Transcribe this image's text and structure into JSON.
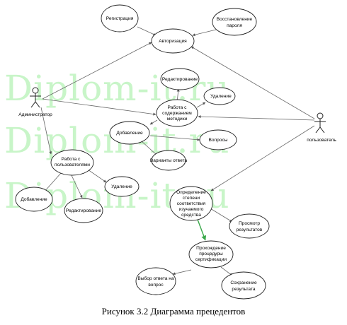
{
  "watermark": [
    "Diplom-it.ru",
    "Diplom-it.ru",
    "Diplom-it.ru"
  ],
  "caption": "Рисунок 3.2  Диаграмма прецедентов",
  "actors": {
    "admin": "Администратор",
    "user": "пользователь"
  },
  "use_cases": {
    "registration": "Регистрация",
    "authorization": "Авторизация",
    "password_recovery": [
      "Восстановление",
      "пароля"
    ],
    "editing_top": "Редактирование",
    "content_work": [
      "Работа с",
      "содержанием",
      "методики"
    ],
    "deletion_top": "Удаление",
    "addition_mid": "Добавление",
    "questions": "Вопросы",
    "answer_options": "Варианты ответа",
    "user_work": [
      "Работа с",
      "пользователями"
    ],
    "deletion_mid": "Удаление",
    "addition_left": "Добавление",
    "editing_bottom": "Редактирование",
    "level_determination": [
      "Определение",
      "степени",
      "соответствия",
      "изучаемого",
      "средства"
    ],
    "view_results": [
      "Просмотр",
      "результатов"
    ],
    "certification": [
      "Прохождение",
      "процедуры",
      "сертификации"
    ],
    "answer_choice": [
      "Выбор ответа на",
      "вопрос"
    ],
    "save_result": [
      "Сохранение",
      "результата"
    ]
  }
}
